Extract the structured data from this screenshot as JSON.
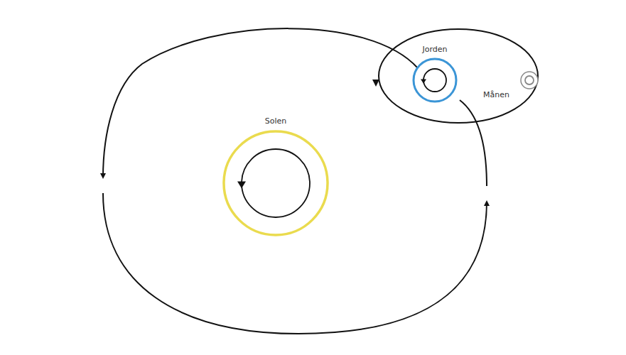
{
  "diagram": {
    "nodes": [
      {
        "text": [
          "Solen"
        ]
      },
      {
        "text": [
          "Jorden"
        ]
      },
      {
        "text": [
          "Månen"
        ]
      }
    ]
  }
}
